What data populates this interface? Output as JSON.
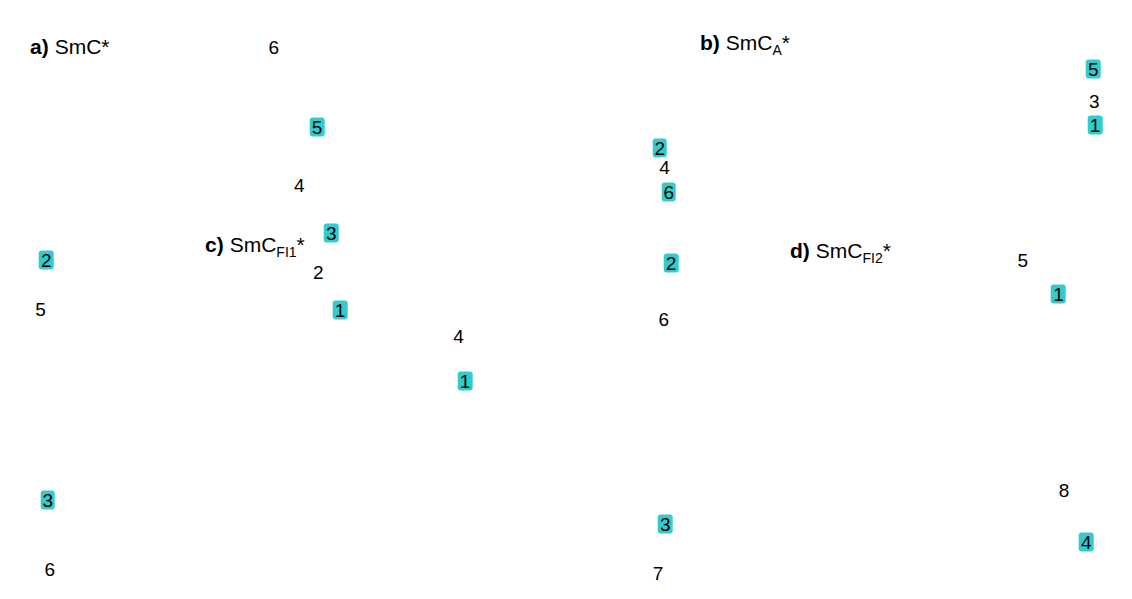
{
  "diagram": {
    "nodes": [
      {
        "text": [
          "1"
        ]
      },
      {
        "text": [
          "2"
        ]
      },
      {
        "text": [
          "3"
        ]
      },
      {
        "text": [
          "4"
        ]
      },
      {
        "text": [
          "5"
        ]
      },
      {
        "text": [
          "6"
        ]
      },
      {
        "text": [
          "1"
        ]
      },
      {
        "text": [
          "2"
        ]
      },
      {
        "text": [
          "3"
        ]
      },
      {
        "text": [
          "4"
        ]
      },
      {
        "text": [
          "5"
        ]
      },
      {
        "text": [
          "6"
        ]
      },
      {
        "text": [
          "1"
        ]
      },
      {
        "text": [
          "2"
        ]
      },
      {
        "text": [
          "3"
        ]
      },
      {
        "text": [
          "4"
        ]
      },
      {
        "text": [
          "5"
        ]
      },
      {
        "text": [
          "6"
        ]
      },
      {
        "text": [
          "1"
        ]
      },
      {
        "text": [
          "2"
        ]
      },
      {
        "text": [
          "3"
        ]
      },
      {
        "text": [
          "4"
        ]
      },
      {
        "text": [
          "5"
        ]
      },
      {
        "text": [
          "6"
        ]
      },
      {
        "text": [
          "7"
        ]
      },
      {
        "text": [
          "8"
        ]
      }
    ],
    "labels": [
      "a)",
      "SmC*",
      "b)",
      "SmC",
      "A",
      "*",
      "c)",
      "SmC",
      "FI1",
      "*",
      "d)",
      "SmC",
      "FI2",
      "*"
    ]
  }
}
